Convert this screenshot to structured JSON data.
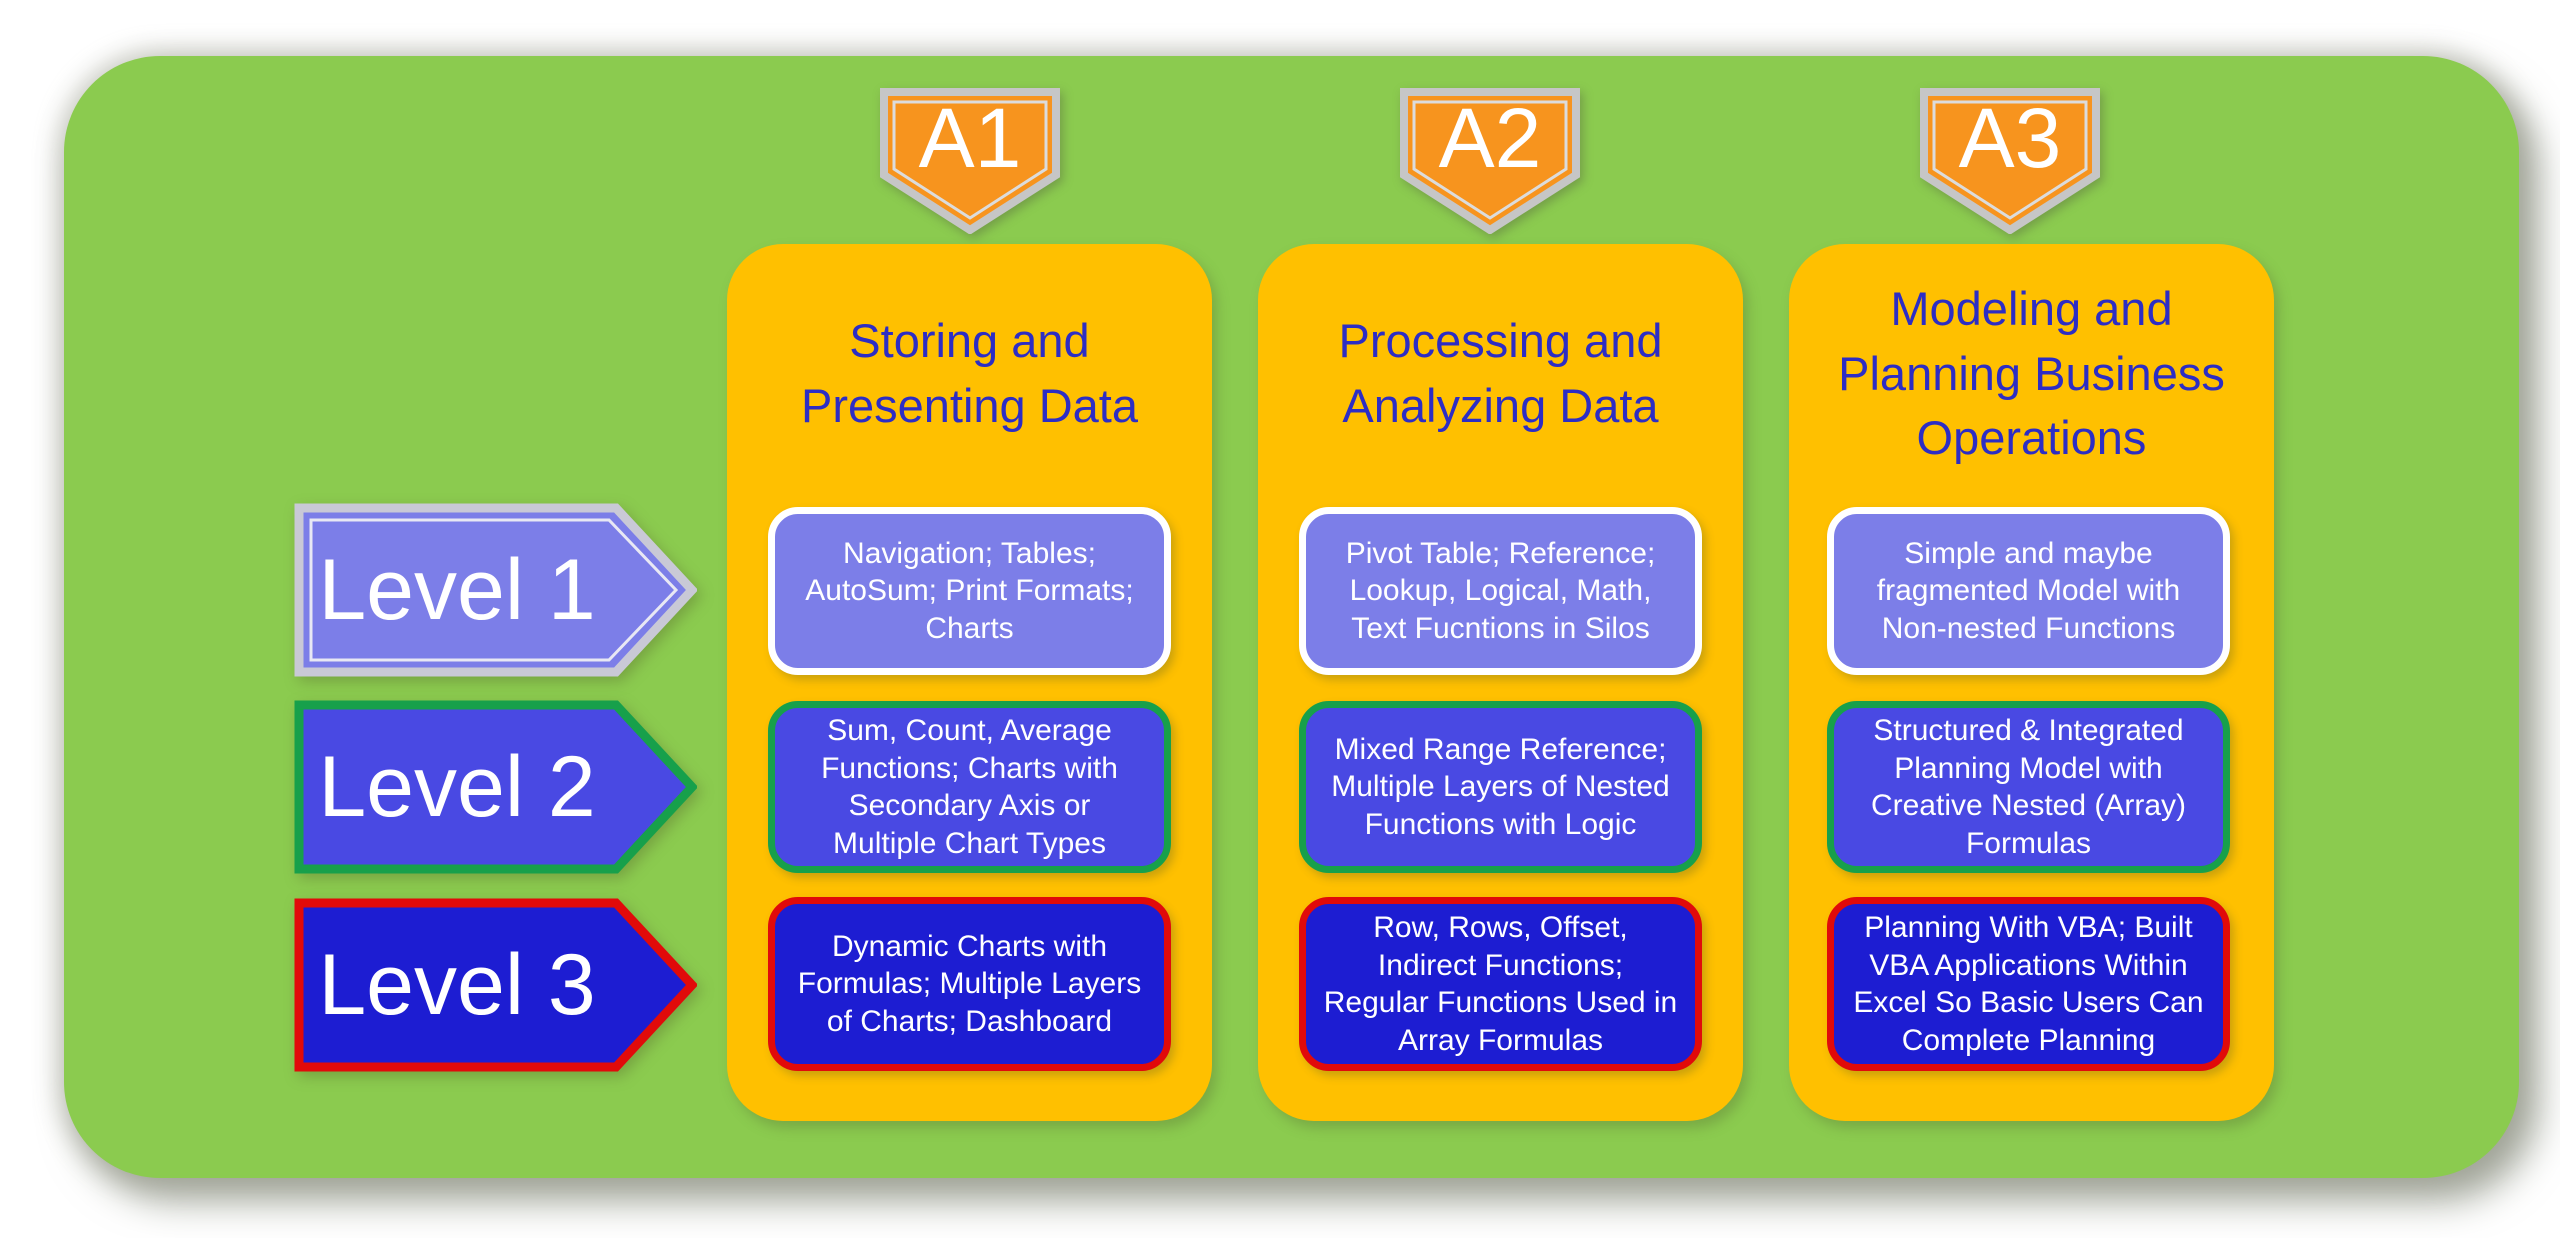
{
  "diagram": {
    "markers": [
      {
        "label": "A1"
      },
      {
        "label": "A2"
      },
      {
        "label": "A3"
      }
    ],
    "levels": [
      {
        "label": "Level 1"
      },
      {
        "label": "Level 2"
      },
      {
        "label": "Level 3"
      }
    ],
    "columns": [
      {
        "marker": "A1",
        "title": [
          "Storing and",
          "Presenting Data"
        ],
        "boxes": [
          {
            "level": 1,
            "lines": [
              "Navigation; Tables;",
              "AutoSum; Print Formats;",
              "Charts"
            ]
          },
          {
            "level": 2,
            "lines": [
              "Sum, Count, Average",
              "Functions; Charts with",
              "Secondary Axis or",
              "Multiple Chart Types"
            ]
          },
          {
            "level": 3,
            "lines": [
              "Dynamic Charts with",
              "Formulas; Multiple Layers",
              "of Charts; Dashboard"
            ]
          }
        ]
      },
      {
        "marker": "A2",
        "title": [
          "Processing and",
          "Analyzing Data"
        ],
        "boxes": [
          {
            "level": 1,
            "lines": [
              "Pivot Table; Reference;",
              "Lookup, Logical, Math,",
              "Text Fucntions in Silos"
            ]
          },
          {
            "level": 2,
            "lines": [
              "Mixed Range Reference;",
              "Multiple Layers of Nested",
              "Functions with Logic"
            ]
          },
          {
            "level": 3,
            "lines": [
              "Row, Rows, Offset,",
              "Indirect Functions;",
              "Regular Functions  Used in",
              "Array Formulas"
            ]
          }
        ]
      },
      {
        "marker": "A3",
        "title": [
          "Modeling and",
          "Planning Business",
          "Operations"
        ],
        "boxes": [
          {
            "level": 1,
            "lines": [
              "Simple and maybe",
              "fragmented Model with",
              "Non-nested Functions"
            ]
          },
          {
            "level": 2,
            "lines": [
              "Structured & Integrated",
              "Planning Model  with",
              "Creative Nested (Array)",
              "Formulas"
            ]
          },
          {
            "level": 3,
            "lines": [
              "Planning With VBA; Built",
              "VBA Applications  Within",
              "Excel  So Basic Users Can",
              "Complete Planning"
            ]
          }
        ]
      }
    ],
    "colors": {
      "page_bg": "#FFFFFF",
      "panel_green": "#8BCB4F",
      "column_gold": "#FFC000",
      "title_blue": "#2D2DC4",
      "level1_fill": "#7C7EE8",
      "level1_box_border": "#FFFFFF",
      "level1_arrow_border": "#C9C9D6",
      "level2_fill": "#4949E3",
      "level2_border": "#17A04B",
      "level3_fill": "#1D1DD2",
      "level3_border": "#E10A0A",
      "marker_fill": "#F7941E",
      "marker_border": "#C6C6C6",
      "text_white": "#FFFFFF"
    }
  }
}
